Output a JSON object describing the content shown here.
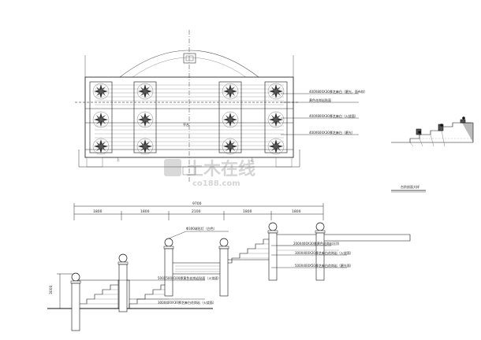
{
  "plan": {
    "center_label": "平台",
    "left_label": "上",
    "right_label": "上",
    "callouts": [
      "400X800X30厚芝麻白（磨光，面布纹）",
      "黄色花岗岩贴面",
      "400X800X30厚芝麻白（火烧面）",
      "400X600X30厚芝麻白（磨光）"
    ]
  },
  "elevation": {
    "total_dim": "9700",
    "segment_dims": [
      "1800",
      "1800",
      "2100",
      "1800",
      "1800"
    ],
    "height_dim": "3000",
    "lamp_label": "Φ300球形灯（白色）",
    "callouts": [
      "200X400X30厚黄色花岗岩压顶",
      "300X400X20厚芝麻白花岗岩（火烧面）",
      "500X400X50厚芝麻白花岗岩（磨光面）",
      "500X500X100厚黄色花岗岩贴面（火烧面）",
      "300X400X30厚芝麻白花岗岩（火烧面）"
    ]
  },
  "section_detail": {
    "title": "台阶剖面大样"
  },
  "watermark": {
    "main": "土木在线",
    "sub": "co188.com"
  }
}
